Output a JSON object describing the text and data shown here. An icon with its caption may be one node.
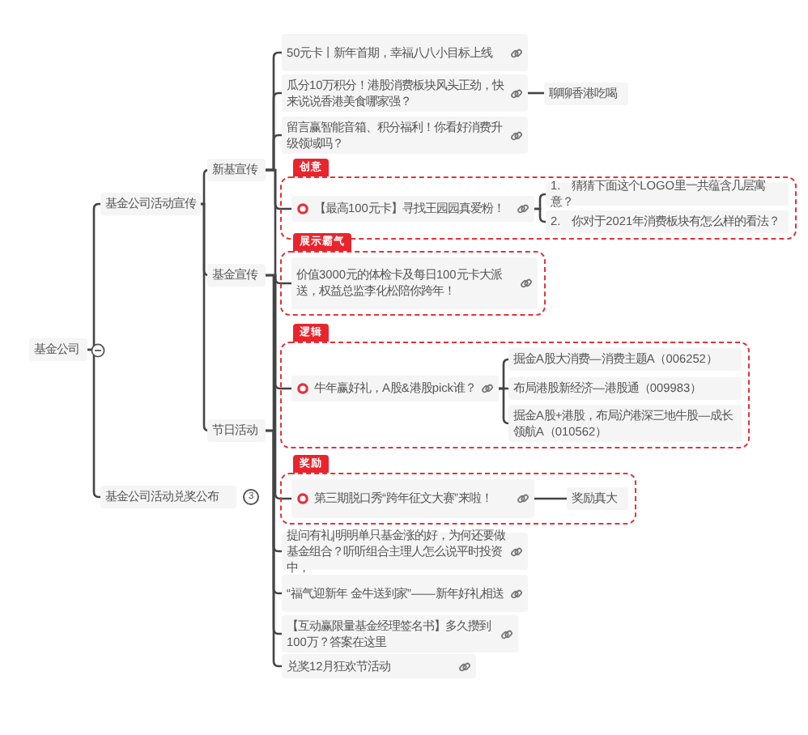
{
  "diagram": {
    "nodes": [
      {
        "text": [
          "基金公司"
        ]
      },
      {
        "text": [
          "基金公司活动宣传"
        ]
      },
      {
        "text": [
          "基金公司活动兑奖公布"
        ],
        "beside": [
          "3"
        ]
      },
      {
        "text": [
          "新基宣传"
        ]
      },
      {
        "text": [
          "基金宣传"
        ]
      },
      {
        "text": [
          "节日活动"
        ]
      },
      {
        "text": [
          "50元卡丨新年首期，幸福八八小目标上线"
        ]
      },
      {
        "text": [
          "瓜分10万积分！港股消费板块风头正劲，快来说说香港美食哪家强？"
        ]
      },
      {
        "text": [
          "聊聊香港吃喝"
        ]
      },
      {
        "text": [
          "留言赢智能音箱、积分福利！你看好消费升级领域吗？"
        ]
      },
      {
        "text": [
          "创意"
        ]
      },
      {
        "text": [
          "【最高100元卡】寻找王园园真爱粉！"
        ],
        "in": 10
      },
      {
        "text": [
          "1.　猜猜下面这个LOGO里一共蕴含几层寓意？"
        ],
        "in": 10
      },
      {
        "text": [
          "2.　你对于2021年消费板块有怎么样的看法？"
        ],
        "in": 10
      },
      {
        "text": [
          "展示霸气"
        ]
      },
      {
        "text": [
          "价值3000元的体检卡及每日100元卡大派送，权益总监李化松陪你跨年！"
        ],
        "in": 14
      },
      {
        "text": [
          "逻辑"
        ]
      },
      {
        "text": [
          "牛年赢好礼，A股&港股pick谁？"
        ],
        "in": 16
      },
      {
        "text": [
          "掘金A股大消费—消费主题A（006252）"
        ],
        "in": 16
      },
      {
        "text": [
          "布局港股新经济—港股通（009983）"
        ],
        "in": 16
      },
      {
        "text": [
          "掘金A股+港股，布局沪港深三地牛股—成长领航A（010562）"
        ],
        "in": 16
      },
      {
        "text": [
          "奖励"
        ]
      },
      {
        "text": [
          "第三期脱口秀“跨年征文大赛”来啦！"
        ],
        "in": 21
      },
      {
        "text": [
          "奖励真大"
        ],
        "in": 21
      },
      {
        "text": [
          "提问有礼|明明单只基金涨的好，为何还要做基金组合？听听组合主理人怎么说平时投资中，"
        ]
      },
      {
        "text": [
          "“福气迎新年 金牛送到家”——新年好礼相送"
        ]
      },
      {
        "text": [
          "【互动赢限量基金经理签名书】多久攒到100万？答案在这里"
        ]
      },
      {
        "text": [
          "兑奖12月狂欢节活动"
        ]
      }
    ],
    "edges": [
      {
        "from": 0,
        "to": 1,
        "arrow": "none"
      },
      {
        "from": 0,
        "to": 2,
        "arrow": "none"
      },
      {
        "from": 1,
        "to": 3,
        "arrow": "none"
      },
      {
        "from": 1,
        "to": 4,
        "arrow": "none"
      },
      {
        "from": 1,
        "to": 5,
        "arrow": "none"
      },
      {
        "from": 3,
        "to": 6,
        "arrow": "none"
      },
      {
        "from": 3,
        "to": 7,
        "arrow": "none"
      },
      {
        "from": 3,
        "to": 9,
        "arrow": "none"
      },
      {
        "from": 3,
        "to": 11,
        "arrow": "none"
      },
      {
        "from": 3,
        "to": 15,
        "arrow": "none"
      },
      {
        "from": 7,
        "to": 8,
        "arrow": "none"
      },
      {
        "from": 11,
        "to": 12,
        "arrow": "none"
      },
      {
        "from": 11,
        "to": 13,
        "arrow": "none"
      },
      {
        "from": 4,
        "to": 17,
        "arrow": "none"
      },
      {
        "from": 4,
        "to": 22,
        "arrow": "none"
      },
      {
        "from": 4,
        "to": 24,
        "arrow": "none"
      },
      {
        "from": 17,
        "to": 18,
        "arrow": "none"
      },
      {
        "from": 17,
        "to": 19,
        "arrow": "none"
      },
      {
        "from": 17,
        "to": 20,
        "arrow": "none"
      },
      {
        "from": 22,
        "to": 23,
        "arrow": "none"
      },
      {
        "from": 5,
        "to": 25,
        "arrow": "none"
      },
      {
        "from": 5,
        "to": 26,
        "arrow": "none"
      },
      {
        "from": 5,
        "to": 27,
        "arrow": "none"
      }
    ]
  }
}
